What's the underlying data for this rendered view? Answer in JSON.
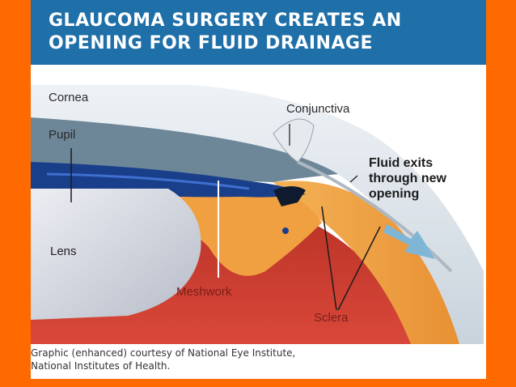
{
  "header": {
    "title_line1": "GLAUCOMA SURGERY CREATES AN",
    "title_line2": "OPENING FOR FLUID DRAINAGE"
  },
  "labels": {
    "cornea": "Cornea",
    "conjunctiva": "Conjunctiva",
    "pupil": "Pupil",
    "fluid_line1": "Fluid exits",
    "fluid_line2": "through new",
    "fluid_line3": "opening",
    "lens": "Lens",
    "meshwork": "Meshwork",
    "sclera": "Sclera"
  },
  "credit": {
    "line1": "Graphic (enhanced) courtesy of National Eye Institute,",
    "line2": "National Institutes of Health."
  },
  "colors": {
    "background": "#ff6a00",
    "header": "#1f6fa9",
    "sclera": "#f0a040",
    "iris": "#1a3f8a",
    "inner_eye": "#c0392b",
    "lens": "#d9dce3",
    "cornea": "#dfe7ee",
    "fluid_arrow": "#7fb6d6"
  }
}
